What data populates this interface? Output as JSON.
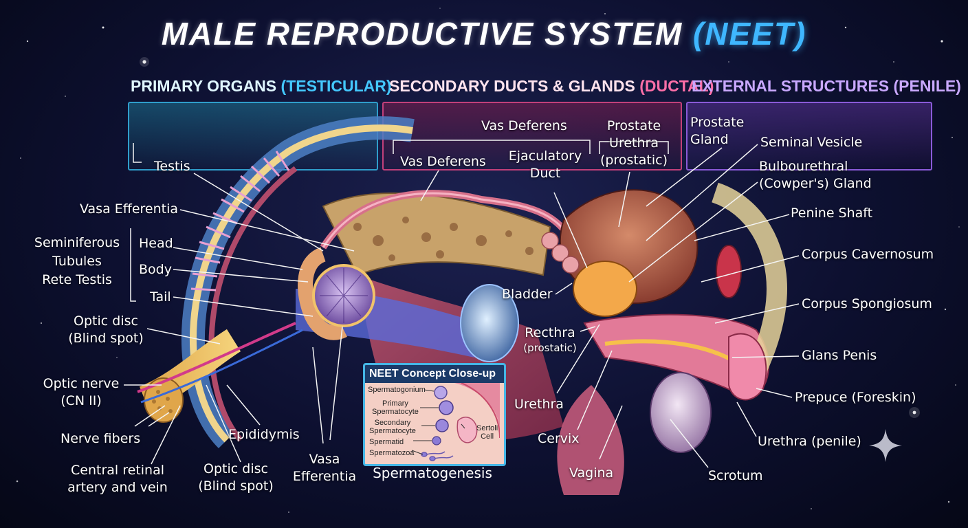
{
  "title": {
    "main": "MALE REPRODUCTIVE SYSTEM",
    "accent": "(NEET)"
  },
  "sections": {
    "primary": {
      "label": "PRIMARY ORGANS",
      "accent": "(TESTICULAR)",
      "color": "#dff6ff",
      "accent_color": "#44c8ff",
      "border": "#2f9ecb"
    },
    "secondary": {
      "label": "SECONDARY DUCTS & GLANDS",
      "accent": "(DUCTAL)",
      "color": "#ffe3ee",
      "accent_color": "#ff6fa8",
      "border": "#c2407a"
    },
    "external": {
      "label": "EXTERNAL STRUCTURES (PENILE)",
      "color": "#c9a8ff",
      "border": "#8a5ad8"
    }
  },
  "labels": {
    "testis": "Testis",
    "vasa_efferentia_top": "Vasa Efferentia",
    "seminiferous": "Seminiferous",
    "tubules": "Tubules",
    "rete_testis": "Rete Testis",
    "head": "Head",
    "body": "Body",
    "tail": "Tail",
    "optic_disc_left_1": "Optic disc",
    "optic_disc_left_2": "(Blind spot)",
    "optic_nerve_1": "Optic nerve",
    "optic_nerve_2": "(CN II)",
    "nerve_fibers": "Nerve fibers",
    "central_retinal_1": "Central retinal",
    "central_retinal_2": "artery and vein",
    "optic_disc_bottom_1": "Optic disc",
    "optic_disc_bottom_2": "(Blind spot)",
    "epididymis": "Epididymis",
    "vasa_bottom_1": "Vasa",
    "vasa_bottom_2": "Efferentia",
    "vas_deferens_top": "Vas Deferens",
    "vas_deferens_left": "Vas Deferens",
    "ejaculatory_1": "Ejaculatory",
    "ejaculatory_2": "Duct",
    "prostate_urethra_1": "Prostate",
    "prostate_urethra_2": "Urethra",
    "prostate_urethra_3": "(prostatic)",
    "bladder": "Bladder",
    "recthra_1": "Recthra",
    "recthra_2": "(prostatic)",
    "urethra": "Urethra",
    "cervix": "Cervix",
    "vagina": "Vagina",
    "prostate_gland_1": "Prostate",
    "prostate_gland_2": "Gland",
    "seminal_vesicle": "Seminal Vesicle",
    "bulbourethral_1": "Bulbourethral",
    "bulbourethral_2": "(Cowper's) Gland",
    "penine_shaft": "Penine Shaft",
    "corpus_cavernosum": "Corpus Cavernosum",
    "corpus_spongiosum": "Corpus Spongiosum",
    "glans_penis": "Glans Penis",
    "prepuce": "Prepuce (Foreskin)",
    "urethra_penile": "Urethra (penile)",
    "scrotum": "Scrotum"
  },
  "neet": {
    "header": "NEET Concept Close-up",
    "spermatogonium": "Spermatogonium",
    "primary_1": "Primary",
    "primary_2": "Spermatocyte",
    "secondary_1": "Secondary",
    "secondary_2": "Spermatocyte",
    "spermatid": "Spermatid",
    "spermatozoa": "Spermatozoa",
    "sertoli_1": "Sertoli",
    "sertoli_2": "Cell",
    "caption": "Spermatogenesis"
  }
}
